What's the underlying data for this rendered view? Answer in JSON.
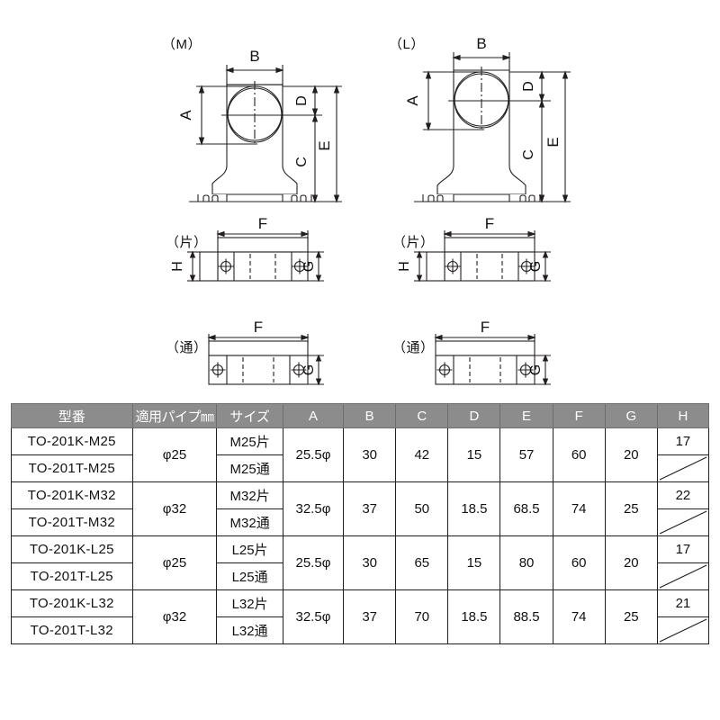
{
  "drawings": {
    "left": {
      "title": "（M）",
      "elevation_labels": [
        "A",
        "B",
        "C",
        "D",
        "E"
      ],
      "plan_kata": {
        "title": "（片）",
        "labels": [
          "F",
          "G",
          "H"
        ]
      },
      "plan_tsu": {
        "title": "（通）",
        "labels": [
          "F",
          "G"
        ]
      }
    },
    "right": {
      "title": "（L）",
      "elevation_labels": [
        "A",
        "B",
        "C",
        "D",
        "E"
      ],
      "plan_kata": {
        "title": "（片）",
        "labels": [
          "F",
          "G",
          "H"
        ]
      },
      "plan_tsu": {
        "title": "（通）",
        "labels": [
          "F",
          "G"
        ]
      }
    }
  },
  "table": {
    "headers": [
      "型番",
      "適用パイプ㎜",
      "サイズ",
      "A",
      "B",
      "C",
      "D",
      "E",
      "F",
      "G",
      "H"
    ],
    "groups": [
      {
        "pipe": "φ25",
        "a": "25.5φ",
        "b": "30",
        "c": "42",
        "d": "15",
        "e": "57",
        "f": "60",
        "g": "20",
        "h": "17",
        "rows": [
          {
            "model": "TO-201K-M25",
            "size": "M25片"
          },
          {
            "model": "TO-201T-M25",
            "size": "M25通"
          }
        ]
      },
      {
        "pipe": "φ32",
        "a": "32.5φ",
        "b": "37",
        "c": "50",
        "d": "18.5",
        "e": "68.5",
        "f": "74",
        "g": "25",
        "h": "22",
        "rows": [
          {
            "model": "TO-201K-M32",
            "size": "M32片"
          },
          {
            "model": "TO-201T-M32",
            "size": "M32通"
          }
        ]
      },
      {
        "pipe": "φ25",
        "a": "25.5φ",
        "b": "30",
        "c": "65",
        "d": "15",
        "e": "80",
        "f": "60",
        "g": "20",
        "h": "17",
        "rows": [
          {
            "model": "TO-201K-L25",
            "size": "L25片"
          },
          {
            "model": "TO-201T-L25",
            "size": "L25通"
          }
        ]
      },
      {
        "pipe": "φ32",
        "a": "32.5φ",
        "b": "37",
        "c": "70",
        "d": "18.5",
        "e": "88.5",
        "f": "74",
        "g": "25",
        "h": "21",
        "rows": [
          {
            "model": "TO-201K-L32",
            "size": "L32片"
          },
          {
            "model": "TO-201T-L32",
            "size": "L32通"
          }
        ]
      }
    ]
  },
  "colors": {
    "header_bg": "#8c8c8c",
    "model_bg": "#e4e4e4",
    "line": "#231f20"
  }
}
